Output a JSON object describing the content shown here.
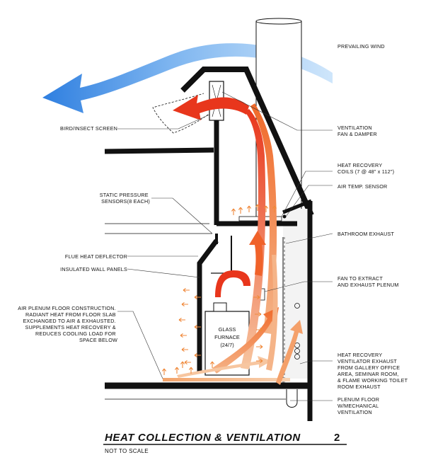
{
  "title": "HEAT COLLECTION & VENTILATION",
  "figure_number": "2",
  "scale_note": "NOT TO SCALE",
  "furnace": [
    "GLASS",
    "FURNACE",
    "(24/7)"
  ],
  "labels": {
    "prevailing_wind": [
      "PREVAILING WIND"
    ],
    "bird_screen": [
      "BIRD/INSECT SCREEN"
    ],
    "vent_fan": [
      "VENTILATION",
      "FAN & DAMPER"
    ],
    "heat_coils": [
      "HEAT RECOVERY",
      "COILS (7 @ 48\" x 112\")"
    ],
    "air_temp": [
      "AIR TEMP. SENSOR"
    ],
    "static_pressure": [
      "STATIC PRESSURE",
      "SENSORS(8 EACH)"
    ],
    "bathroom_exhaust": [
      "BATHROOM EXHAUST"
    ],
    "flue_deflector": [
      "FLUE HEAT DEFLECTOR"
    ],
    "insulated_walls": [
      "INSULATED WALL PANELS"
    ],
    "fan_extract": [
      "FAN TO EXTRACT",
      "AND EXHAUST PLENUM"
    ],
    "air_plenum": [
      "AIR PLENUM FLOOR CONSTRUCTION.",
      "RADIANT HEAT FROM FLOOR SLAB",
      "EXCHANGED TO AIR & EXHAUSTED.",
      "SUPPLEMENTS HEAT RECOVERY &",
      "REDUCES COOLING LOAD FOR",
      "SPACE BELOW"
    ],
    "hrv_exhaust": [
      "HEAT RECOVERY",
      "VENTILATOR EXHAUST",
      "FROM GALLERY OFFICE",
      "AREA, SEMINAR ROOM,",
      "& FLAME WORKING TOILET",
      "ROOM EXHAUST"
    ],
    "plenum_floor": [
      "PLENUM FLOOR",
      "W/MECHANICAL",
      "VENTILATION"
    ]
  },
  "colors": {
    "wind_blue": "#2f7fe0",
    "wind_light": "#b9d9f8",
    "heat_red": "#e8361c",
    "heat_orange": "#f08a3c",
    "heat_light": "#f7c6a0",
    "structure": "#111111"
  }
}
